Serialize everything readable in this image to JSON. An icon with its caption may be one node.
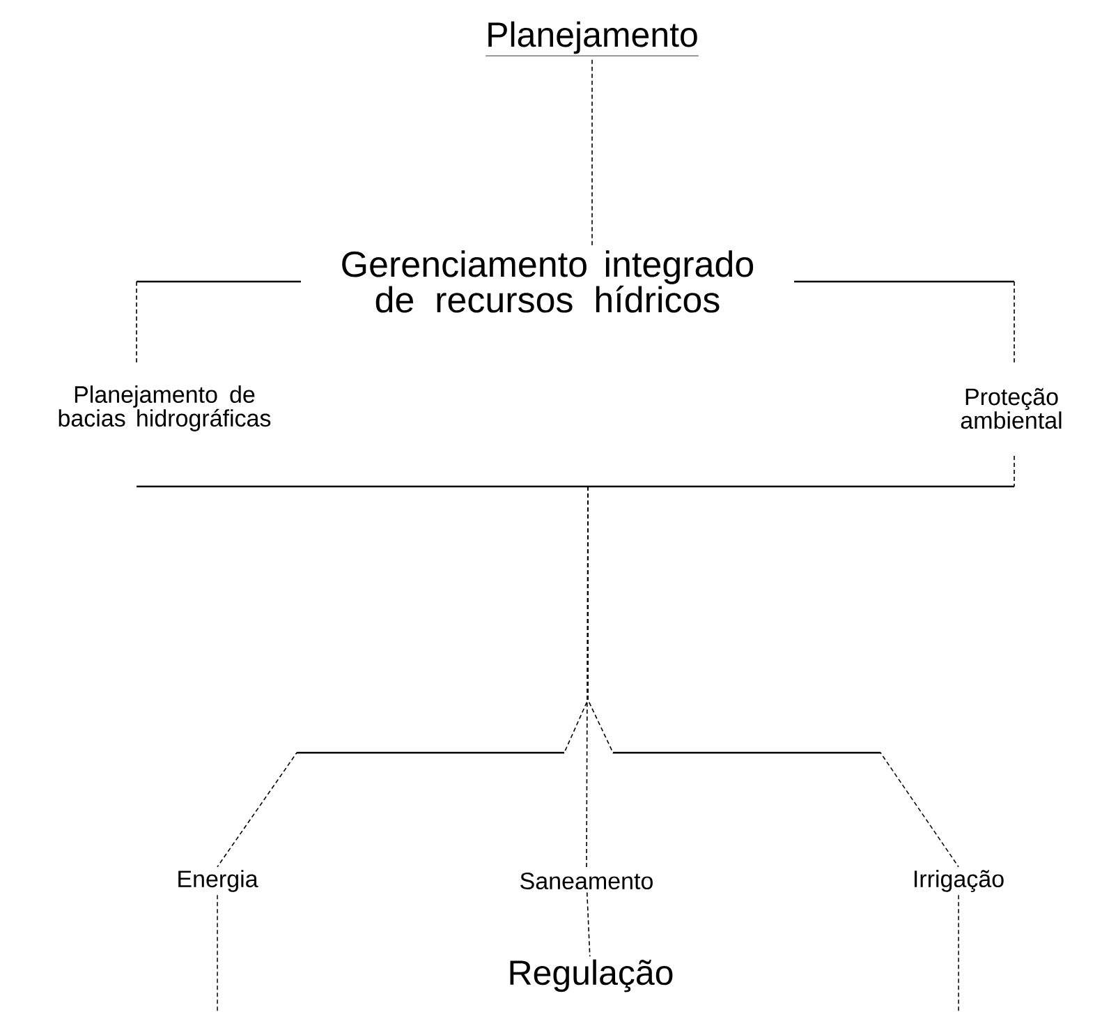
{
  "diagram": {
    "nodes": [
      {
        "text": [
          "Planejamento"
        ]
      },
      {
        "text": [
          "Gerenciamento integrado de recursos hídricos"
        ]
      },
      {
        "text": [
          "Planejamento de bacias hidrográficas"
        ]
      },
      {
        "text": [
          "Proteção ambiental"
        ]
      },
      {
        "text": [
          "Energia"
        ]
      },
      {
        "text": [
          "Saneamento"
        ]
      },
      {
        "text": [
          "Irrigação"
        ]
      },
      {
        "text": [
          "Regulação"
        ]
      }
    ],
    "edges": [
      {
        "from": 0,
        "to": 1,
        "arrow": "none",
        "style": "dashed"
      },
      {
        "from": 1,
        "to": 4,
        "arrow": "none",
        "style": "dashed"
      },
      {
        "from": 1,
        "to": 5,
        "arrow": "none",
        "style": "dashed"
      },
      {
        "from": 1,
        "to": 6,
        "arrow": "none",
        "style": "dashed"
      },
      {
        "from": 5,
        "to": 7,
        "arrow": "none",
        "style": "dashed"
      },
      {
        "from": 4,
        "to": null,
        "arrow": "none",
        "style": "dashed"
      },
      {
        "from": 6,
        "to": null,
        "arrow": "none",
        "style": "dashed"
      }
    ]
  }
}
